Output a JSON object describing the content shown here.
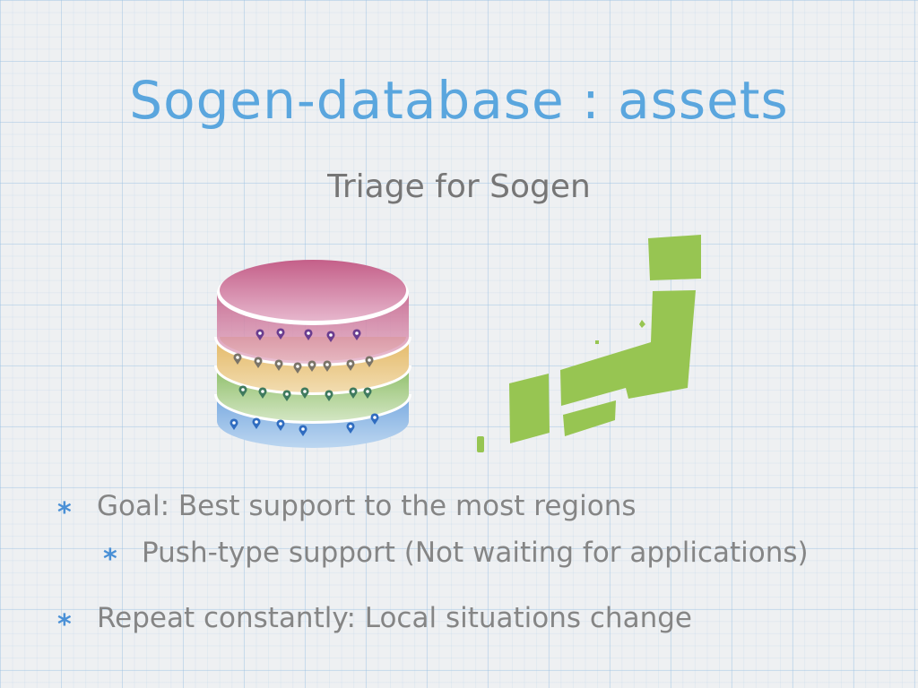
{
  "slide": {
    "title": "Sogen-database : assets",
    "subtitle": "Triage for Sogen",
    "bullets": [
      {
        "text": "Goal: Best support to the most regions",
        "level": 1
      },
      {
        "text": "Push-type support (Not waiting for applications)",
        "level": 2
      },
      {
        "text": "Repeat constantly: Local situations change",
        "level": 1
      }
    ],
    "colors": {
      "title": "#5aa6de",
      "map": "#97c552",
      "bullet_marker": "#4a90d6"
    }
  }
}
